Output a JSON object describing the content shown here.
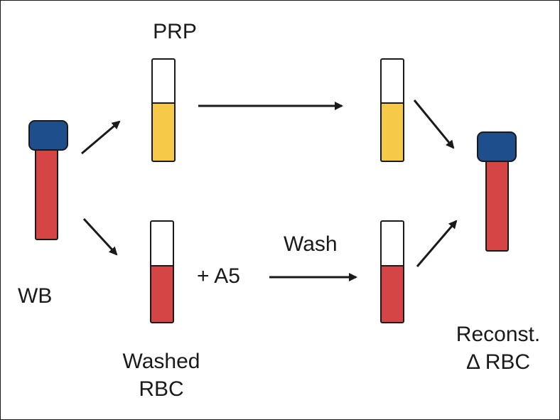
{
  "labels": {
    "wb": "WB",
    "prp": "PRP",
    "washed_rbc_line1": "Washed",
    "washed_rbc_line2": "RBC",
    "plus_a5": "+ A5",
    "wash": "Wash",
    "reconst_line1": "Reconst.",
    "reconst_line2": "Δ RBC"
  },
  "colors": {
    "cap": "#1f4e8c",
    "blood": "#d64545",
    "plasma": "#f7c948",
    "outline": "#1a1a1a"
  }
}
